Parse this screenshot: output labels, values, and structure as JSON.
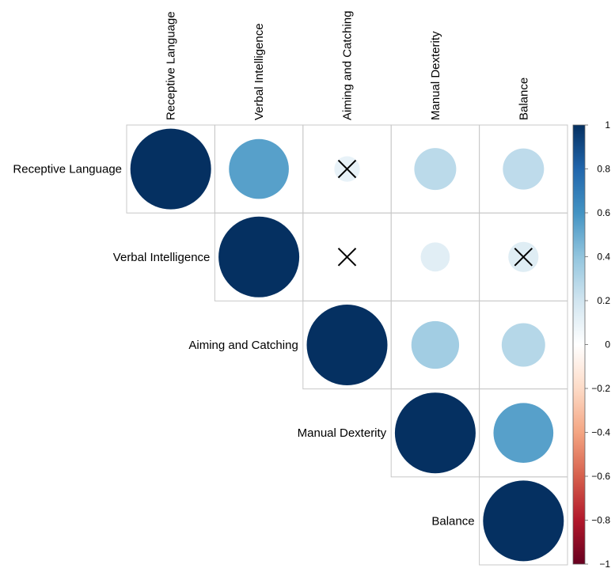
{
  "chart_data": {
    "type": "heatmap",
    "style": "correlation-plot-upper-triangle-circles",
    "variables": [
      "Receptive Language",
      "Verbal Intelligence",
      "Aiming and Catching",
      "Manual Dexterity",
      "Balance"
    ],
    "cells": [
      {
        "row": 0,
        "col": 0,
        "value": 1.0,
        "significant": true
      },
      {
        "row": 0,
        "col": 1,
        "value": 0.55,
        "significant": true
      },
      {
        "row": 0,
        "col": 2,
        "value": 0.1,
        "significant": false
      },
      {
        "row": 0,
        "col": 3,
        "value": 0.27,
        "significant": true
      },
      {
        "row": 0,
        "col": 4,
        "value": 0.26,
        "significant": true
      },
      {
        "row": 1,
        "col": 1,
        "value": 1.0,
        "significant": true
      },
      {
        "row": 1,
        "col": 2,
        "value": 0.0,
        "significant": false
      },
      {
        "row": 1,
        "col": 3,
        "value": 0.13,
        "significant": true
      },
      {
        "row": 1,
        "col": 4,
        "value": 0.14,
        "significant": false
      },
      {
        "row": 2,
        "col": 2,
        "value": 1.0,
        "significant": true
      },
      {
        "row": 2,
        "col": 3,
        "value": 0.35,
        "significant": true
      },
      {
        "row": 2,
        "col": 4,
        "value": 0.29,
        "significant": true
      },
      {
        "row": 3,
        "col": 3,
        "value": 1.0,
        "significant": true
      },
      {
        "row": 3,
        "col": 4,
        "value": 0.55,
        "significant": true
      },
      {
        "row": 4,
        "col": 4,
        "value": 1.0,
        "significant": true
      }
    ],
    "colorbar": {
      "range": [
        -1,
        1
      ],
      "ticks": [
        "1",
        "0.8",
        "0.6",
        "0.4",
        "0.2",
        "0",
        "−0.2",
        "−0.4",
        "−0.6",
        "−0.8",
        "−1"
      ],
      "colors": [
        "#67001F",
        "#B2182B",
        "#D6604D",
        "#F4A582",
        "#FDDBC7",
        "#FFFFFF",
        "#D1E5F0",
        "#92C5DE",
        "#4393C3",
        "#2166AC",
        "#053061"
      ]
    }
  }
}
